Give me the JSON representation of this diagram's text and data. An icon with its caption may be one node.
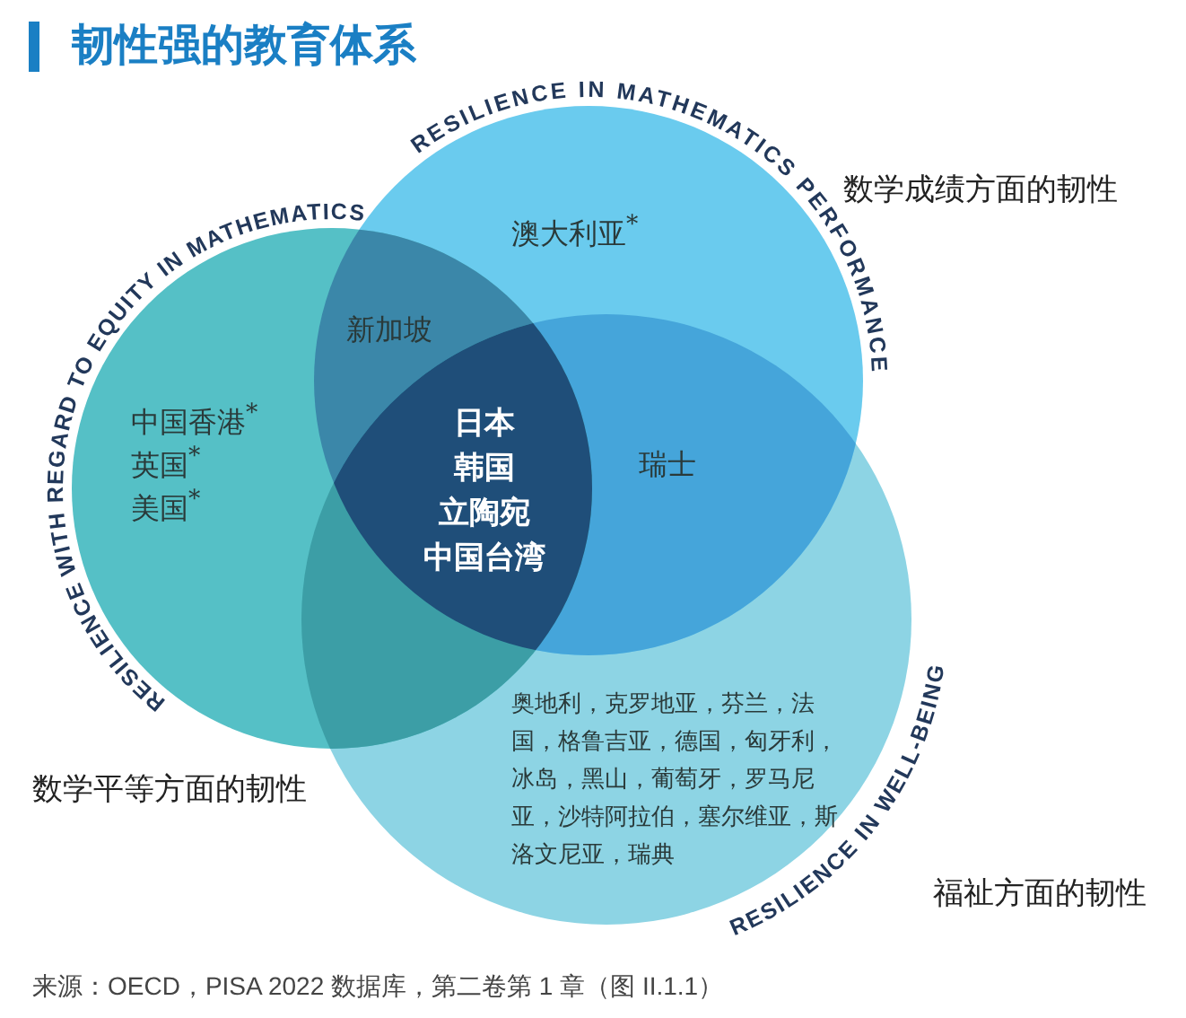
{
  "diagram": {
    "title": "韧性强的教育体系",
    "caption": "来源：OECD，PISA 2022 数据库，第二卷第 1 章（图 II.1.1）",
    "nodes": [
      {
        "text": [
          "RESILIENCE WITH REGARD TO EQUITY IN MATHEMATICS"
        ]
      },
      {
        "text": [
          "RESILIENCE IN MATHEMATICS PERFORMANCE"
        ],
        "beside": [
          "数学成绩方面的韧性"
        ]
      },
      {
        "text": [
          "RESILIENCE IN WELL-BEING"
        ],
        "beside": [
          "福祉方面的韧性"
        ]
      }
    ],
    "labels": [
      "澳大利亚$^{*}$",
      "新加坡",
      "中国香港$^{*}$",
      "英国$^{*}$",
      "美国$^{*}$",
      "日本",
      "韩国",
      "立陶宛",
      "中国台湾",
      "瑞士",
      "奥地利，克罗地亚，芬兰，法国，格鲁吉亚，德国，匈牙利，冰岛，黑山，葡萄牙，罗马尼亚，沙特阿拉伯，塞尔维亚，斯洛文尼亚，瑞典",
      "数学平等方面的韧性"
    ]
  }
}
